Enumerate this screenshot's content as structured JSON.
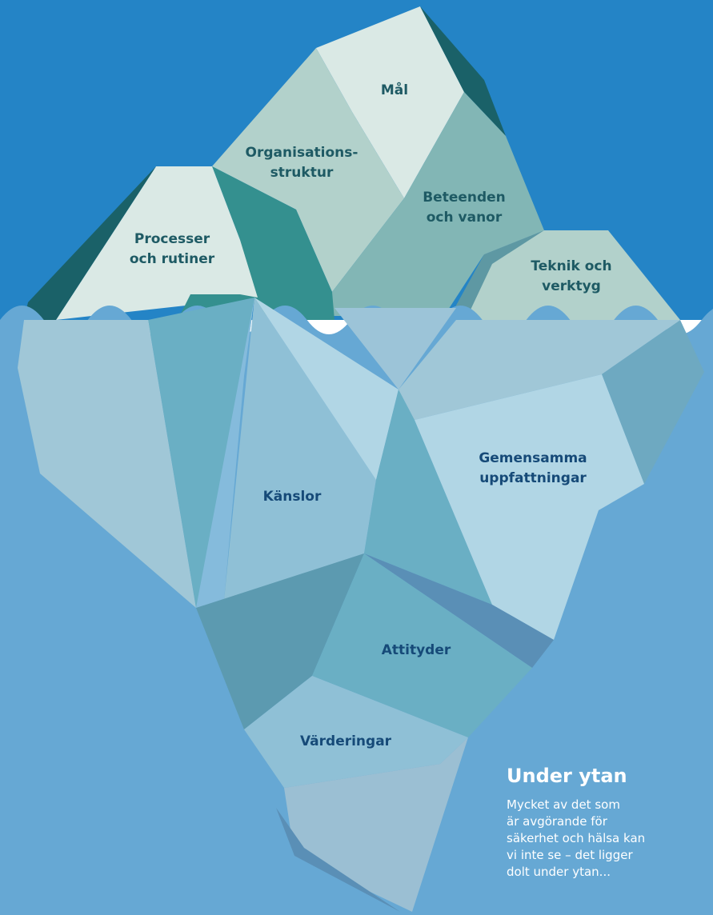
{
  "colors": {
    "sky": "#2484c6",
    "water": "#66a8d4",
    "label_above": "#1e5a64",
    "label_below": "#164a78",
    "info_text": "#ffffff"
  },
  "iceberg": {
    "above_water": [
      {
        "id": "mal",
        "lines": [
          "Mål"
        ]
      },
      {
        "id": "organisationsstruktur",
        "lines": [
          "Organisations-",
          "struktur"
        ]
      },
      {
        "id": "beteenden",
        "lines": [
          "Beteenden",
          "och vanor"
        ]
      },
      {
        "id": "processer",
        "lines": [
          "Processer",
          "och rutiner"
        ]
      },
      {
        "id": "teknik",
        "lines": [
          "Teknik och",
          "verktyg"
        ]
      }
    ],
    "below_water": [
      {
        "id": "kanslor",
        "lines": [
          "Känslor"
        ]
      },
      {
        "id": "gemensamma",
        "lines": [
          "Gemensamma",
          "uppfattningar"
        ]
      },
      {
        "id": "attityder",
        "lines": [
          "Attityder"
        ]
      },
      {
        "id": "varderingar",
        "lines": [
          "Värderingar"
        ]
      }
    ]
  },
  "info": {
    "title": "Under ytan",
    "lines": [
      "Mycket av det som",
      "är avgörande för",
      "säkerhet och hälsa kan",
      "vi inte se – det ligger",
      "dolt under ytan..."
    ]
  }
}
